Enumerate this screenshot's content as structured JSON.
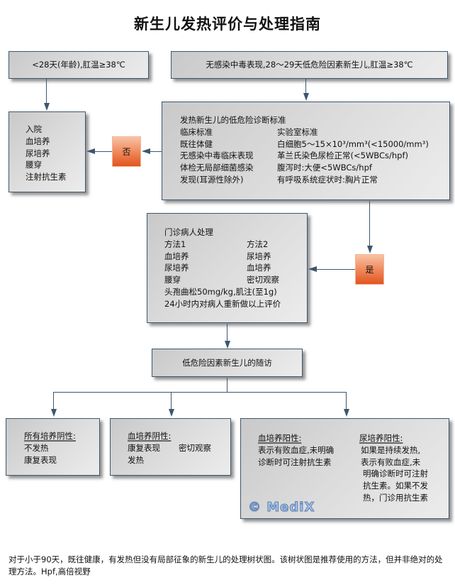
{
  "title": "新生儿发热评价与处理指南",
  "start_boxes": {
    "left": "<28天(年龄),肛温≥38℃",
    "right": "无感染中毒表现,28～29天低危险因素新生儿,肛温≥38℃"
  },
  "admit_box": {
    "lines": [
      "入院",
      "血培养",
      "尿培养",
      "腰穿",
      "注射抗生素"
    ]
  },
  "criteria_box": {
    "heading": "发热新生儿的低危险诊断标准",
    "rows": [
      {
        "left": "临床标准",
        "right": "实验室标准"
      },
      {
        "left": "既往体健",
        "right": "白细胞5～15×10³/mm³(<15000/mm³)"
      },
      {
        "left": "无感染中毒临床表现",
        "right": "革兰氏染色尿检正常(<5WBCs/hpf)"
      },
      {
        "left": "体检无局部细菌感染",
        "right": "腹泻时:大便<5WBCs/hpf"
      },
      {
        "left": "发现(耳源性除外)",
        "right": "有呼吸系统症状时:胸片正常"
      }
    ]
  },
  "decisions": {
    "no": "否",
    "yes": "是"
  },
  "outpatient_box": {
    "heading": "门诊病人处理",
    "rows": [
      {
        "left": "方法1",
        "right": "方法2"
      },
      {
        "left": "血培养",
        "right": "尿培养"
      },
      {
        "left": "尿培养",
        "right": "血培养"
      },
      {
        "left": "腰穿",
        "right": "密切观察"
      }
    ],
    "lines": [
      "头孢曲松50mg/kg,肌注(至1g)",
      "24小时内对病人重新做以上评价"
    ]
  },
  "followup_box": "低危险因素新生儿的随访",
  "outcomes": {
    "all_negative": {
      "heading": "所有培养阴性:",
      "lines": [
        "不发热",
        "康复表现"
      ]
    },
    "blood_negative": {
      "heading": "血培养阴性:",
      "row": {
        "left": "康复表现",
        "right": "密切观察"
      },
      "lines": [
        "发热"
      ]
    },
    "blood_positive": {
      "heading": "血培养阳性:",
      "lines": [
        "表示有败血症,未明确",
        "诊断时可注射抗生素"
      ]
    },
    "urine_positive": {
      "heading": "尿培养阳性:",
      "lines": [
        "如果是持续发热,",
        "表示有败血症,未",
        "明确诊断时可注射",
        "抗生素。如果不发",
        "热，门诊用抗生素"
      ]
    }
  },
  "watermark": "© MediX",
  "caption": "对于小于90天，既往健康，有发热但没有局部征象的新生儿的处理树状图。该树状图是推荐使用的方法，但并非绝对的处理方法。Hpf,高倍视野",
  "colors": {
    "line": "#3d566e",
    "decision_fill": "#e2541f",
    "box_fill": "#dcdcdc"
  }
}
